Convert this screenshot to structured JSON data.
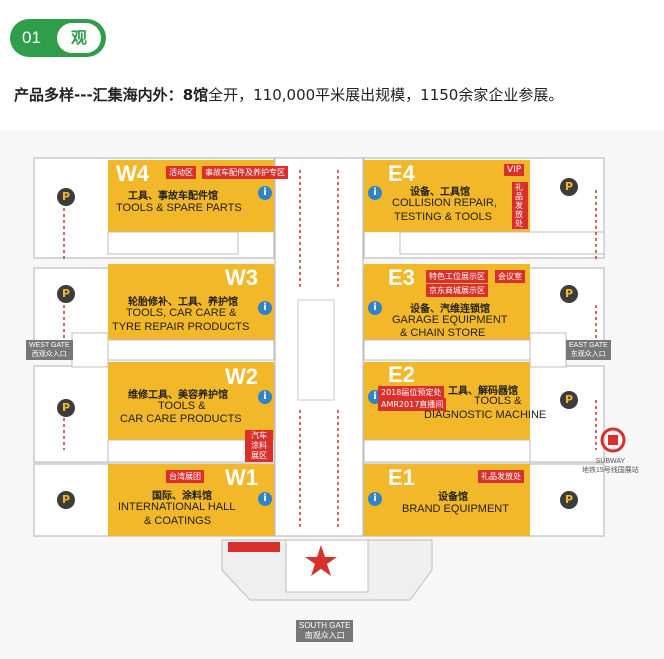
{
  "header": {
    "num": "01",
    "tag": "观"
  },
  "intro": {
    "bold": "产品多样---汇集海内外：",
    "bold2": "8馆",
    "rest": "全开，110,000平米展出规模，1150余家企业参展。"
  },
  "halls": {
    "W4": {
      "code": "W4",
      "cn": "工具、事故车配件馆",
      "en": "TOOLS & SPARE PARTS",
      "tags": [
        "活动区",
        "事故车配件及养护专区"
      ]
    },
    "W3": {
      "code": "W3",
      "cn": "轮胎修补、工具、养护馆",
      "en1": "TOOLS, CAR CARE &",
      "en2": "TYRE REPAIR PRODUCTS"
    },
    "W2": {
      "code": "W2",
      "cn": "维修工具、美容养护馆",
      "en1": "TOOLS &",
      "en2": "CAR CARE PRODUCTS",
      "tag": "汽车涂料展区"
    },
    "W1": {
      "code": "W1",
      "cn": "国际、涂料馆",
      "en1": "INTERNATIONAL HALL",
      "en2": "& COATINGS",
      "tag": "台湾展团"
    },
    "E4": {
      "code": "E4",
      "cn": "设备、工具馆",
      "en1": "COLLISION REPAIR,",
      "en2": "TESTING & TOOLS",
      "vip": "VIP",
      "tag": "礼品发放处"
    },
    "E3": {
      "code": "E3",
      "cn": "设备、汽维连锁馆",
      "en1": "GARAGE EQUIPMENT",
      "en2": "& CHAIN STORE",
      "tags": [
        "特色工位展示区",
        "会议室",
        "京东商城展示区"
      ]
    },
    "E2": {
      "code": "E2",
      "cn": "工具、解码器馆",
      "en1": "TOOLS &",
      "en2": "DIAGNOSTIC MACHINE",
      "tags": [
        "2018届位预定处",
        "AMR2017直播间"
      ]
    },
    "E1": {
      "code": "E1",
      "cn": "设备馆",
      "en": "BRAND EQUIPMENT",
      "tag": "礼品发放处"
    }
  },
  "gates": {
    "west_en": "WEST GATE",
    "west_cn": "西观众入口",
    "east_en": "EAST GATE",
    "east_cn": "东观众入口",
    "south_en": "SOUTH GATE",
    "south_cn": "南观众入口"
  },
  "subway": {
    "en": "SUBWAY",
    "cn": "地铁15号线国展站"
  },
  "parking_label": "P",
  "info_label": "i",
  "colors": {
    "green": "#2e9e4b",
    "hall": "#f3b829",
    "red": "#d9302c",
    "blue": "#2f84c7"
  }
}
